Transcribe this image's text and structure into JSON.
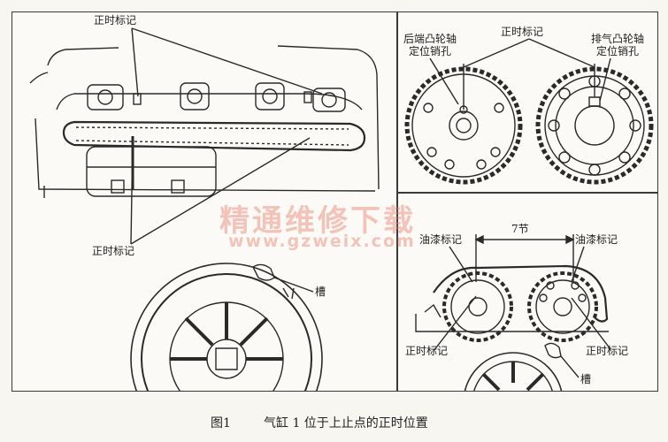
{
  "labels": {
    "timing_mark_top": "正时标记",
    "timing_mark_left_bottom": "正时标记",
    "groove_left": "槽",
    "rear_cam_pin_line1": "后端凸轮轴",
    "rear_cam_pin_line2": "定位销孔",
    "timing_mark_right_top": "正时标记",
    "exhaust_cam_pin_line1": "排气凸轮轴",
    "exhaust_cam_pin_line2": "定位销孔",
    "paint_mark_left": "油漆标记",
    "seven_links": "7节",
    "paint_mark_right": "油漆标记",
    "timing_mark_br_left": "正时标记",
    "timing_mark_br_right": "正时标记",
    "groove_right": "槽"
  },
  "watermark": {
    "brand": "精通维修下载",
    "url": "www.gzweix.com"
  },
  "caption": {
    "figure_no": "图1",
    "title": "气缸 1 位于上止点的正时位置"
  }
}
